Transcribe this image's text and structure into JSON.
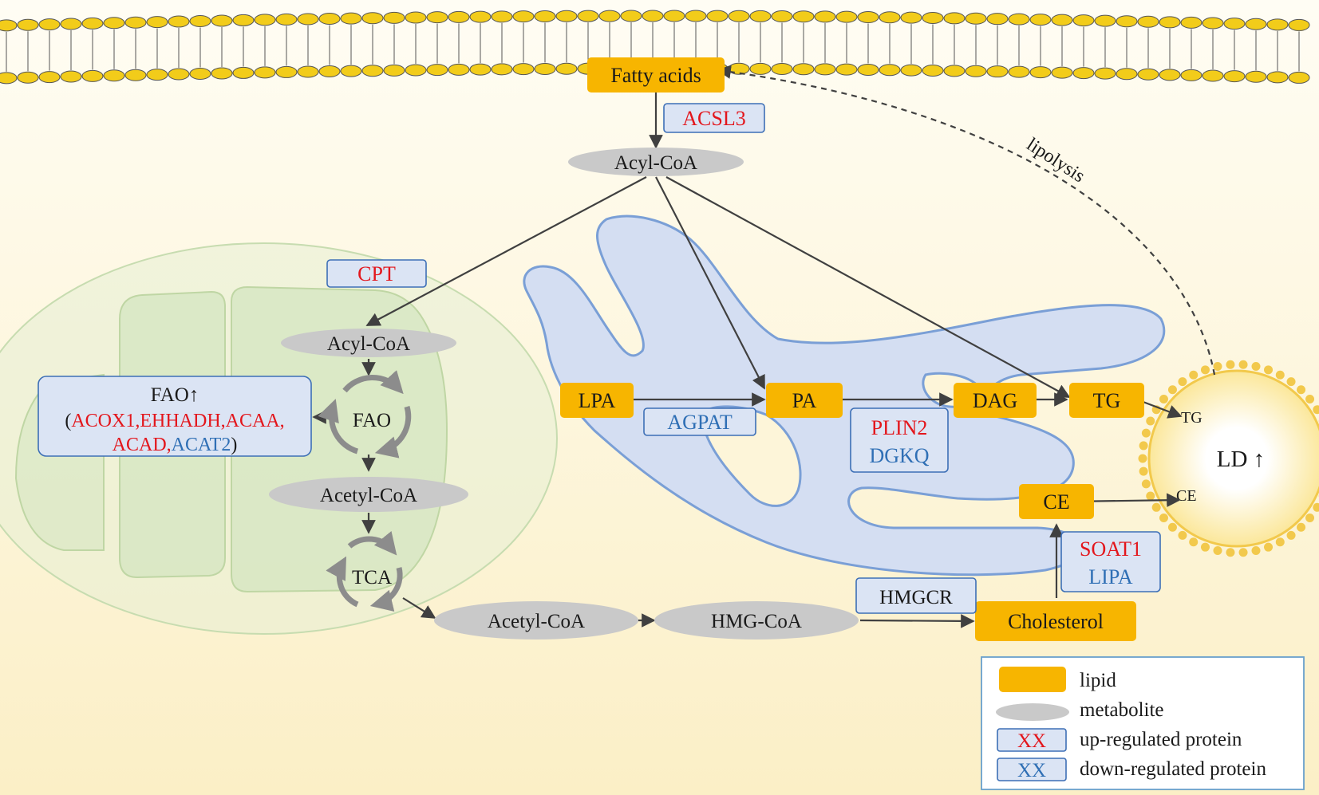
{
  "colors": {
    "up": "#e3161c",
    "down": "#2f6fb5",
    "lipid": "#f7b500",
    "metabolite": "#c9c9c9",
    "protein_bg": "#dbe4f4",
    "cell_bg": "#fdf5d9",
    "er": "#d4def2",
    "mito": "#dbe8c9"
  },
  "lipids": {
    "fatty_acids": "Fatty acids",
    "lpa": "LPA",
    "pa": "PA",
    "dag": "DAG",
    "tg": "TG",
    "ce": "CE",
    "cholesterol": "Cholesterol"
  },
  "metabolites": {
    "acyl_coa_top": "Acyl-CoA",
    "acyl_coa_mito": "Acyl-CoA",
    "acetyl_coa_mito": "Acetyl-CoA",
    "acetyl_coa_cyto": "Acetyl-CoA",
    "hmg_coa": "HMG-CoA"
  },
  "proteins": {
    "acsl3": "ACSL3",
    "cpt": "CPT",
    "agpat": "AGPAT",
    "plin2": "PLIN2",
    "dgkq": "DGKQ",
    "soat1": "SOAT1",
    "lipa": "LIPA",
    "hmgcr": "HMGCR",
    "fao_title": "FAO↑",
    "fao_open": "(",
    "fao_up_1": "ACOX1,EHHADH,ACAA,",
    "fao_up_2": "ACAD,",
    "fao_down_1": "ACAT2",
    "fao_close": ")"
  },
  "cycles": {
    "fao": "FAO",
    "tca": "TCA"
  },
  "droplet": {
    "label": "LD ↑",
    "tg": "TG",
    "ce": "CE"
  },
  "annotations": {
    "lipolysis": "lipolysis"
  },
  "legend": {
    "lipid": "lipid",
    "metabolite": "metabolite",
    "up_sample": "XX",
    "up": "up-regulated protein",
    "down_sample": "XX",
    "down": "down-regulated protein"
  }
}
